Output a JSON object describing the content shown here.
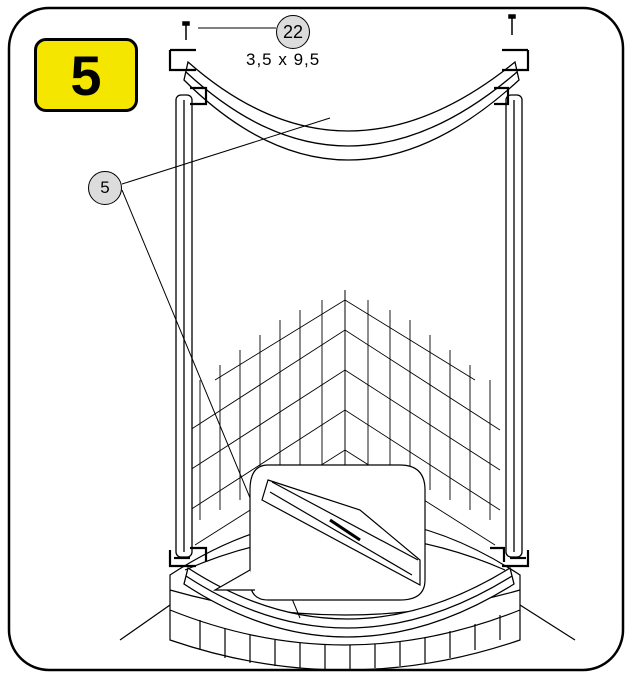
{
  "step": {
    "number": "5",
    "badge_color": "#f5e600"
  },
  "callouts": [
    {
      "label": "22",
      "caption": "3,5 x 9,5"
    },
    {
      "label": "5"
    }
  ],
  "colors": {
    "line": "#000000",
    "callout_fill": "#dcdcdc",
    "background": "#ffffff"
  }
}
